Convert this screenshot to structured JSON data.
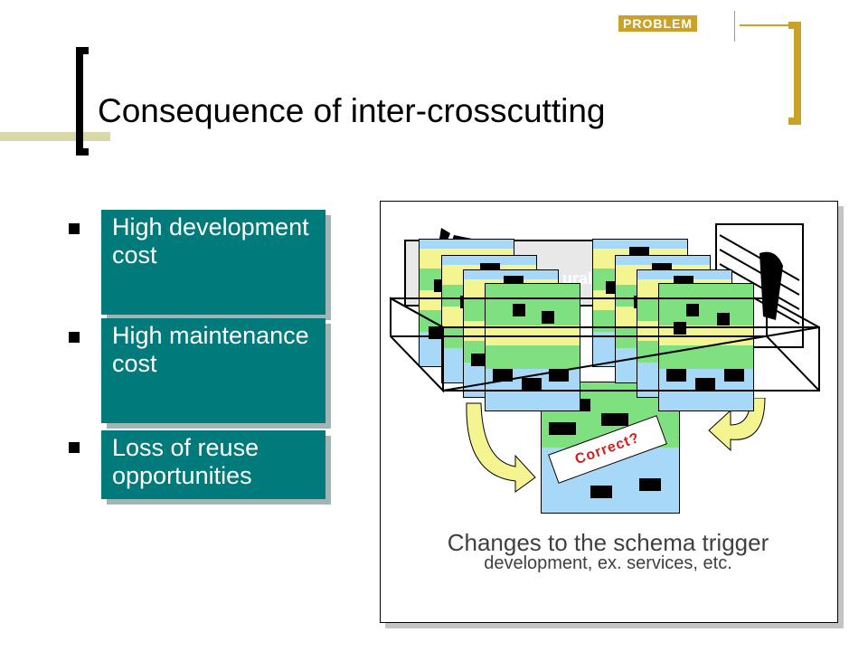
{
  "header": {
    "tag": "PROBLEM",
    "title": "Consequence of inter-crosscutting"
  },
  "bullets": [
    {
      "label": "High development cost"
    },
    {
      "label": "High maintenance cost"
    },
    {
      "label": "Loss of reuse opportunities"
    }
  ],
  "diagram": {
    "hidden_label": "ural",
    "stamp": "Correct?",
    "caption_line1": "Changes to the schema trigger",
    "caption_line2": "development, ex. services, etc."
  },
  "colors": {
    "teal": "#007a7a",
    "gold": "#c9a227",
    "card_green": "#7ee07e",
    "card_yellow": "#f4f490",
    "card_blue": "#a8d8f8",
    "arrow_yellow": "#f4f490",
    "stamp_red": "#d02020"
  }
}
